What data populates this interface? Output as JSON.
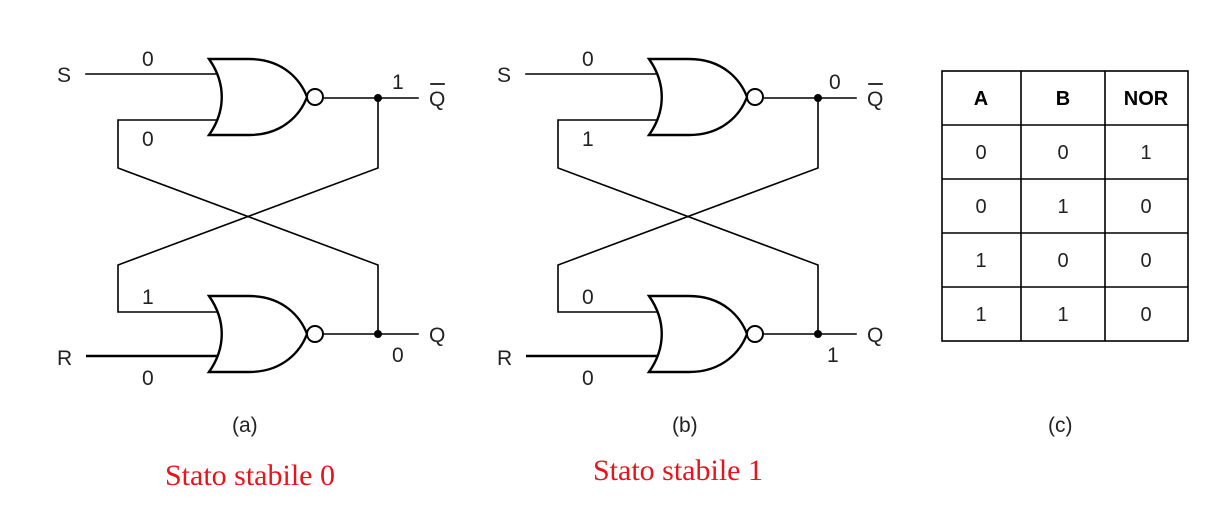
{
  "diagrams": [
    {
      "id": "a",
      "signals": {
        "s": "S",
        "r": "R",
        "qbar": "Q",
        "q": "Q"
      },
      "values": {
        "s_in": "0",
        "top_feedback": "0",
        "qbar_out": "1",
        "bottom_feedback": "1",
        "r_in": "0",
        "q_out": "0"
      },
      "sublabel": "(a)",
      "caption": "Stato stabile 0"
    },
    {
      "id": "b",
      "signals": {
        "s": "S",
        "r": "R",
        "qbar": "Q",
        "q": "Q"
      },
      "values": {
        "s_in": "0",
        "top_feedback": "1",
        "qbar_out": "0",
        "bottom_feedback": "0",
        "r_in": "0",
        "q_out": "1"
      },
      "sublabel": "(b)",
      "caption": "Stato stabile 1"
    }
  ],
  "truth_table": {
    "headers": [
      "A",
      "B",
      "NOR"
    ],
    "rows": [
      [
        "0",
        "0",
        "1"
      ],
      [
        "0",
        "1",
        "0"
      ],
      [
        "1",
        "0",
        "0"
      ],
      [
        "1",
        "1",
        "0"
      ]
    ],
    "sublabel": "(c)"
  }
}
